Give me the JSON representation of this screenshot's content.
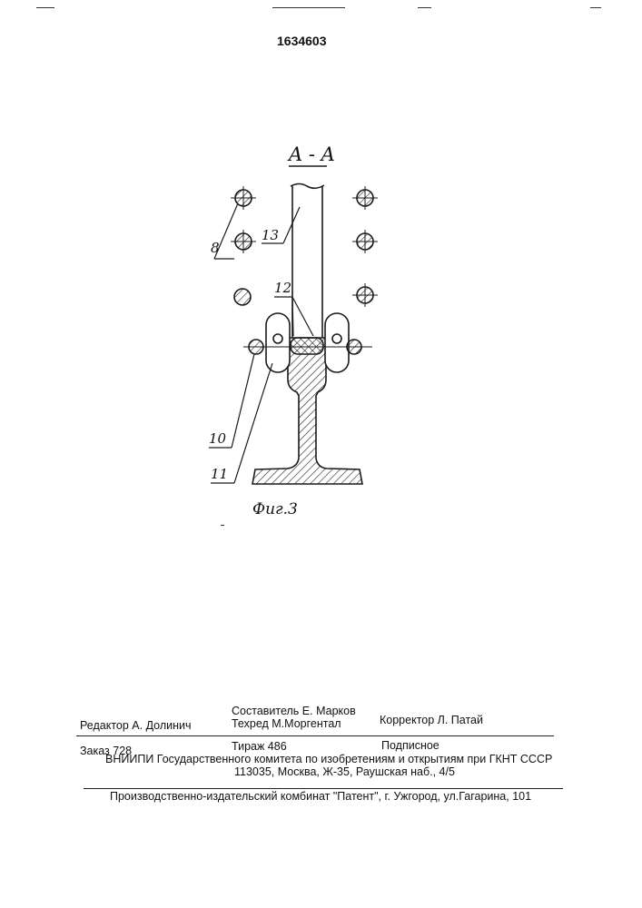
{
  "header": {
    "patent_number": "1634603"
  },
  "drawing": {
    "section_label": "A - A",
    "figure_caption": "Фиг.3",
    "callouts": {
      "c8": "8",
      "c13": "13",
      "c12": "12",
      "c10": "10",
      "c11": "11"
    }
  },
  "imprint": {
    "compiler": "Составитель  Е. Марков",
    "editor": "Редактор   А. Долинич",
    "techred": "Техред М.Моргентал",
    "corrector": "Корректор  Л. Патай",
    "order": "Заказ  728",
    "print_run": "Тираж 486",
    "subscription": "Подписное",
    "institute": "ВНИИПИ Государственного комитета по изобретениям и открытиям при ГКНТ СССР",
    "address": "113035, Москва, Ж-35, Раушская наб., 4/5",
    "publisher": "Производственно-издательский комбинат \"Патент\", г. Ужгород, ул.Гагарина, 101"
  }
}
